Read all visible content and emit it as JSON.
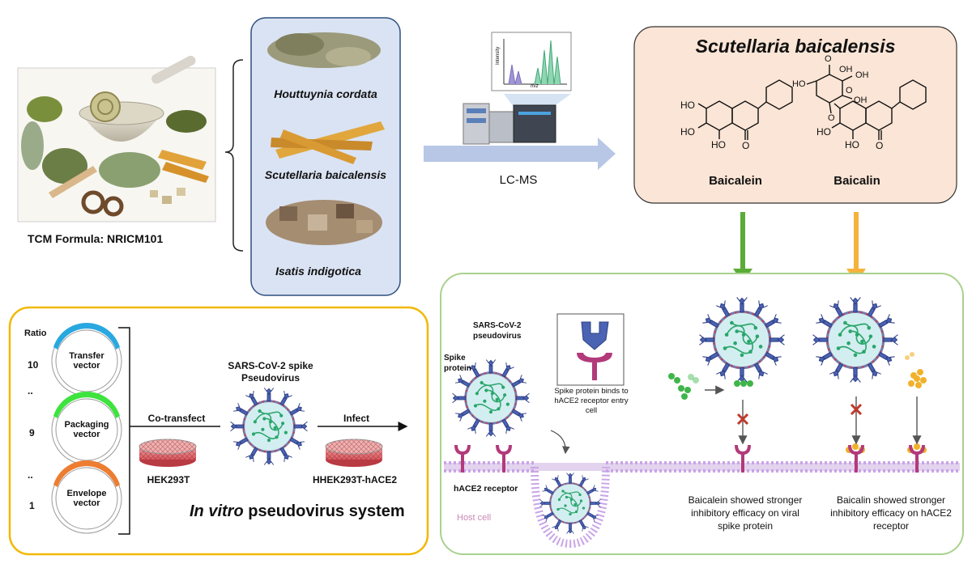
{
  "tcm": {
    "formula_label": "TCM Formula: NRICM101",
    "herbs": [
      "Houttuynia cordata",
      "Scutellaria baicalensis",
      "Isatis indigotica"
    ]
  },
  "lcms": {
    "label": "LC-MS",
    "chart_intensity_label": "Intensity",
    "chart_mz_label": "m/z"
  },
  "scutellaria_panel": {
    "title": "Scutellaria baicalensis",
    "compounds": [
      {
        "name": "Baicalein",
        "substituents": [
          "HO",
          "HO",
          "HO",
          "O"
        ]
      },
      {
        "name": "Baicalin",
        "substituents": [
          "HO",
          "O",
          "O",
          "OH",
          "OH",
          "OH",
          "O",
          "HO",
          "HO",
          "O"
        ]
      }
    ]
  },
  "pseudovirus_system": {
    "ratio_label": "Ratio",
    "vectors": [
      {
        "ratio": "10",
        "name": "Transfer vector",
        "color": "#29a8e0"
      },
      {
        "ratio": "9",
        "name": "Packaging vector",
        "color": "#3ee33e"
      },
      {
        "ratio": "1",
        "name": "Envelope vector",
        "color": "#ed7d31"
      }
    ],
    "dots": "..",
    "cotransfect_label": "Co-transfect",
    "producer_cell": "HEK293T",
    "pseudovirus_label": "SARS-CoV-2 spike Pseudovirus",
    "infect_label": "Infect",
    "target_cell": "HHEK293T-hACE2",
    "system_title_italic": "In vitro",
    "system_title_rest": " pseudovirus system",
    "border_color": "#f2b800"
  },
  "mechanism": {
    "pseudovirus_label": "SARS-CoV-2 pseudovirus",
    "spike_label": "Spike protein",
    "binding_caption": "Spike protein binds to hACE2 receptor entry cell",
    "receptor_label": "hACE2 receptor",
    "host_cell_label": "Host cell",
    "baicalein_result": "Baicalein showed stronger inhibitory efficacy on viral spike protein",
    "baicalin_result": "Baicalin showed stronger inhibitory efficacy on hACE2 receptor",
    "border_color": "#a9d18e",
    "arrow_green": "#5aac37",
    "arrow_orange": "#f3b33d"
  }
}
